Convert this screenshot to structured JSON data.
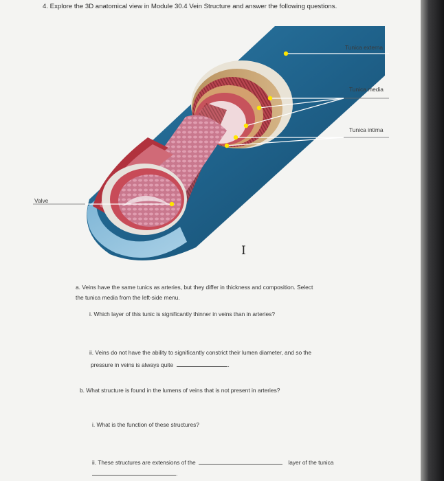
{
  "worksheet": {
    "question_title": "4. Explore the 3D anatomical view in Module 30.4 Vein Structure and answer the following questions.",
    "labels": {
      "tunica_externa": "Tunica externa",
      "tunica_media": "Tunica media",
      "tunica_intima": "Tunica intima",
      "valve": "Valve"
    },
    "cursor_glyph": "I",
    "part_a": {
      "line1": "a.  Veins have the same tunics as arteries, but they differ in thickness and composition. Select",
      "line2": "the tunica media from the left-side menu.",
      "q_i": "i. Which layer of this tunic is significantly thinner in veins than in arteries?",
      "q_ii_line1": "ii. Veins do not have the ability to significantly constrict their lumen diameter, and so the",
      "q_ii_line2": "pressure in veins is always quite",
      "q_ii_end": "."
    },
    "part_b": {
      "line1": "b.  What structure is found in the lumens of veins that is not present in arteries?",
      "q_i": "i. What is the function of these structures?",
      "q_ii_start": "ii. These structures are extensions of the",
      "q_ii_end": "layer of the tunica",
      "q_ii_tail": "."
    }
  },
  "colors": {
    "externa_blue": "#1f5f86",
    "media_red": "#b8474f",
    "intima_pink": "#d9839a",
    "pointer_yellow": "#ffe600"
  }
}
